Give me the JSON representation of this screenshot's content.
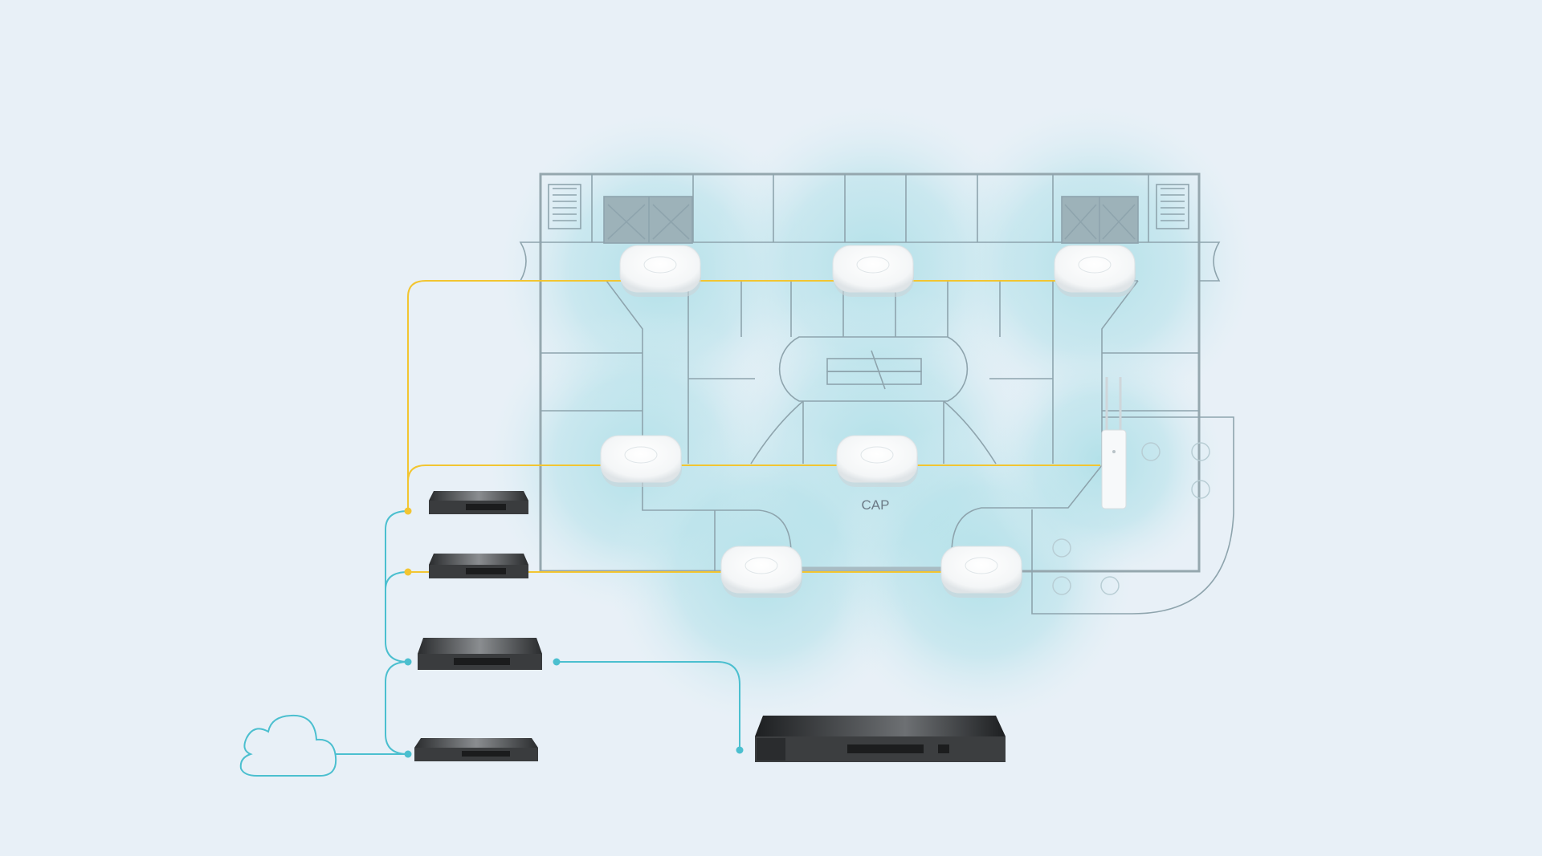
{
  "diagram": {
    "center_label": "CAP",
    "colors": {
      "background": "#e8f0f7",
      "poe_link": "#f2c531",
      "uplink": "#4bbfcf",
      "wall": "#7a8f99",
      "coverage": "#b3e2ea"
    },
    "nodes": [
      {
        "id": "ceiling-ap-1",
        "type": "ceiling-access-point"
      },
      {
        "id": "ceiling-ap-2",
        "type": "ceiling-access-point"
      },
      {
        "id": "ceiling-ap-3",
        "type": "ceiling-access-point"
      },
      {
        "id": "ceiling-ap-4",
        "type": "ceiling-access-point"
      },
      {
        "id": "ceiling-ap-5",
        "type": "ceiling-access-point"
      },
      {
        "id": "ceiling-ap-6",
        "type": "ceiling-access-point"
      },
      {
        "id": "ceiling-ap-7",
        "type": "ceiling-access-point"
      },
      {
        "id": "outdoor-ap",
        "type": "outdoor-access-point"
      },
      {
        "id": "poe-switch-1",
        "type": "poe-switch"
      },
      {
        "id": "poe-switch-2",
        "type": "poe-switch"
      },
      {
        "id": "core-switch",
        "type": "switch"
      },
      {
        "id": "router",
        "type": "router"
      },
      {
        "id": "controller",
        "type": "controller"
      },
      {
        "id": "internet-cloud",
        "type": "cloud-icon"
      }
    ]
  }
}
